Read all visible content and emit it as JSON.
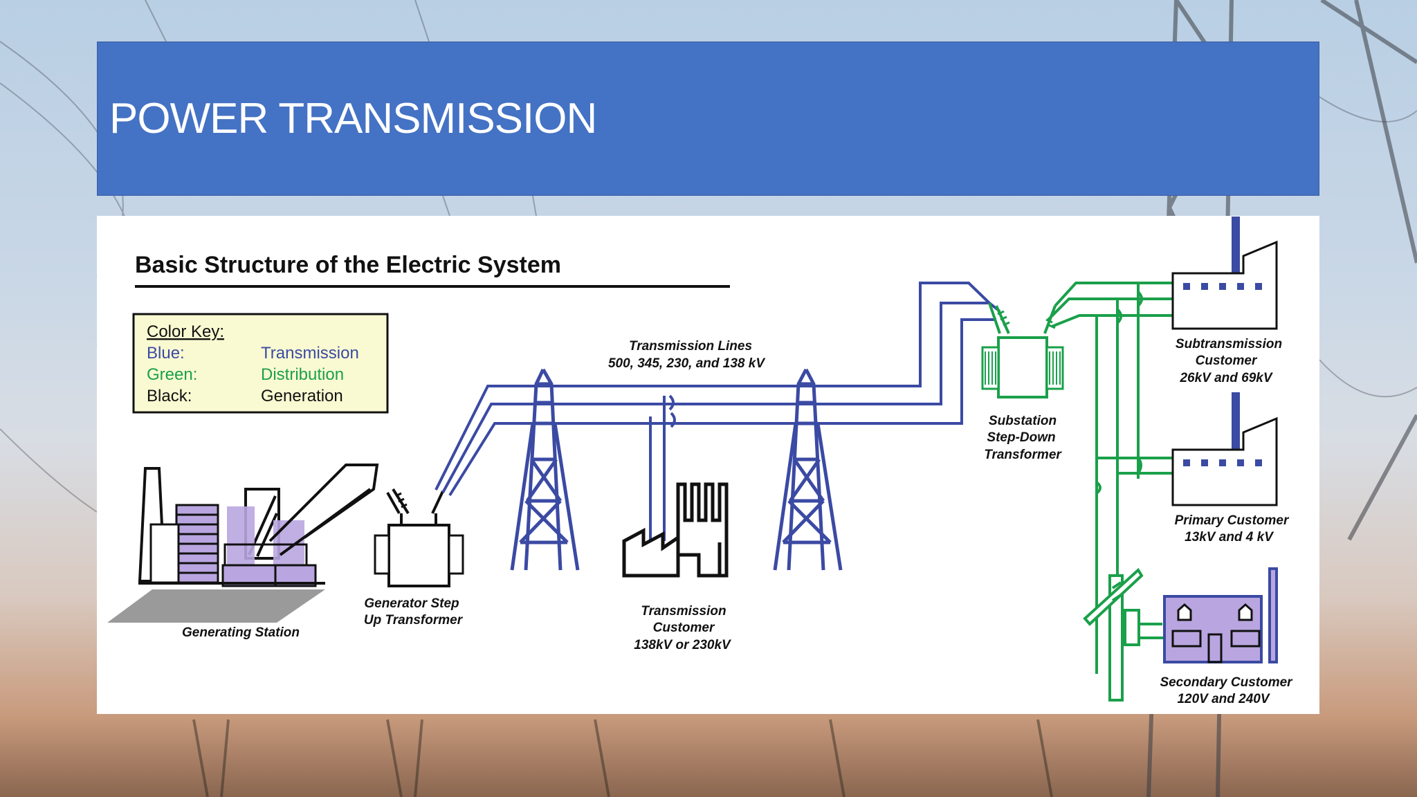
{
  "slide": {
    "title": "POWER TRANSMISSION"
  },
  "diagram": {
    "heading": "Basic Structure of the Electric System",
    "color_key": {
      "title": "Color Key:",
      "rows": [
        {
          "color_name": "Blue:",
          "meaning": "Transmission",
          "color": "#3b4aa3"
        },
        {
          "color_name": "Green:",
          "meaning": "Distribution",
          "color": "#1aa04a"
        },
        {
          "color_name": "Black:",
          "meaning": "Generation",
          "color": "#111111"
        }
      ]
    },
    "labels": {
      "transmission_lines_1": "Transmission Lines",
      "transmission_lines_2": "500, 345, 230, and 138 kV",
      "generating_station": "Generating Station",
      "gsu_1": "Generator Step",
      "gsu_2": "Up Transformer",
      "trans_customer_1": "Transmission",
      "trans_customer_2": "Customer",
      "trans_customer_3": "138kV or 230kV",
      "substation_1": "Substation",
      "substation_2": "Step-Down",
      "substation_3": "Transformer",
      "subtrans_1": "Subtransmission",
      "subtrans_2": "Customer",
      "subtrans_3": "26kV and 69kV",
      "primary_1": "Primary  Customer",
      "primary_2": "13kV and 4 kV",
      "secondary_1": "Secondary Customer",
      "secondary_2": "120V and 240V"
    },
    "colors": {
      "transmission": "#3b4aa3",
      "distribution": "#1aa04a",
      "generation": "#111111",
      "fill_purple": "#b9a6e0"
    }
  }
}
